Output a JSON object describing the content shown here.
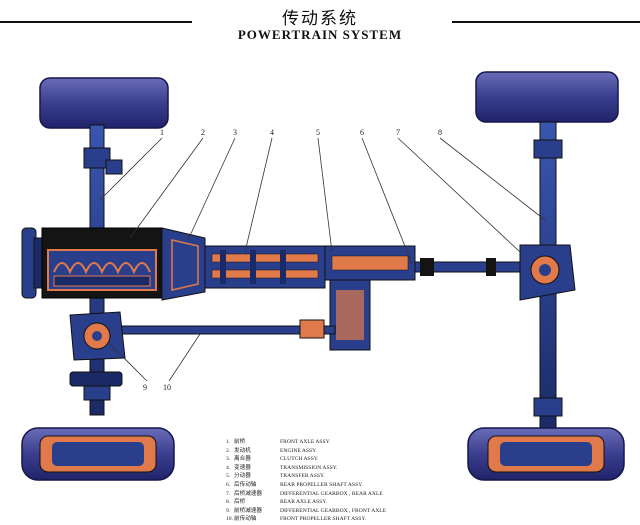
{
  "header": {
    "title_zh": "传动系统",
    "title_en": "POWERTRAIN SYSTEM"
  },
  "callouts": [
    "1",
    "2",
    "3",
    "4",
    "5",
    "6",
    "7",
    "8",
    "9",
    "10"
  ],
  "legend": [
    {
      "num": "1.",
      "zh": "前桥",
      "en": "FRONT AXLE ASSY."
    },
    {
      "num": "2.",
      "zh": "发动机",
      "en": "ENGINE ASSY."
    },
    {
      "num": "3.",
      "zh": "离合器",
      "en": "CLUTCH ASSY."
    },
    {
      "num": "4.",
      "zh": "变速器",
      "en": "TRANSMISSION ASSY."
    },
    {
      "num": "5.",
      "zh": "分动器",
      "en": "TRANSFER ASSY."
    },
    {
      "num": "6.",
      "zh": "后传动轴",
      "en": "REAR PROPELLER SHAFT ASSY."
    },
    {
      "num": "7.",
      "zh": "后桥减速器",
      "en": "DIFFERENTIAL GEARBOX , REAR AXLE"
    },
    {
      "num": "8.",
      "zh": "后桥",
      "en": "REAR AXLE ASSY."
    },
    {
      "num": "9.",
      "zh": "前桥减速器",
      "en": "DIFFERENTIAL GEARBOX , FRONT AXLE"
    },
    {
      "num": "10.",
      "zh": "前传动轴",
      "en": "FRONT PROPELLER SHAFT ASSY."
    }
  ],
  "colors": {
    "housing": "#2a3f8c",
    "housing_dark": "#1b2a66",
    "tire": "#45489a",
    "cutaway": "#e07a4a",
    "engine_black": "#141414",
    "leader": "#333333"
  }
}
